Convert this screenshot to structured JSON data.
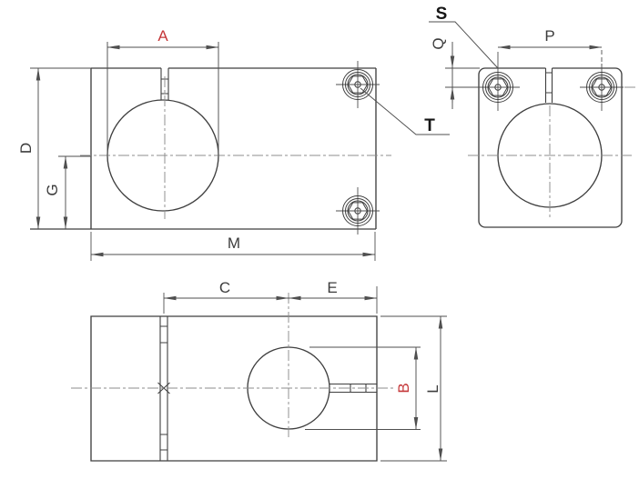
{
  "drawing": {
    "kind": "engineering-drawing",
    "description": "Three orthographic views of a slitted shaft clamp block with socket head cap screws",
    "views": [
      "front",
      "side",
      "plan"
    ]
  },
  "labels": {
    "A": "A",
    "B": "B",
    "C": "C",
    "D": "D",
    "E": "E",
    "G": "G",
    "L": "L",
    "M": "M",
    "P": "P",
    "Q": "Q",
    "S": "S",
    "T": "T"
  },
  "colors": {
    "background": "#ffffff",
    "line": "#3f3f3f",
    "dim": "#4f4f4f",
    "centerline": "#8c8c8c",
    "label": "#3c3c3c",
    "red_label": "#c5383a",
    "bold_label": "#161616"
  }
}
